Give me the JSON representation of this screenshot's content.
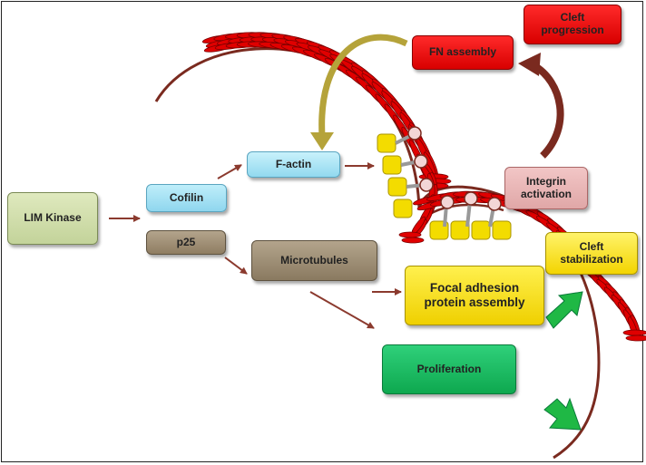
{
  "nodes": {
    "lim_kinase": "LIM Kinase",
    "cofilin": "Cofilin",
    "p25": "p25",
    "f_actin": "F-actin",
    "microtubules": "Microtubules",
    "fn_assembly": "FN assembly",
    "cleft_progression": "Cleft\nprogression",
    "integrin_activation": "Integrin\nactivation",
    "cleft_stabilization": "Cleft\nstabilization",
    "focal_adhesion": "Focal adhesion\nprotein assembly",
    "proliferation": "Proliferation"
  },
  "colors": {
    "arrow": "#8b3a2e",
    "fiber_red": "#e00000",
    "fiber_dark": "#7a0000",
    "curve_brown": "#7a2a1f",
    "olive_arrow": "#b5a33a",
    "green_arrow": "#1fb845",
    "yellow_block": "#f3dc00",
    "integrin_head": "#f3d6d6"
  }
}
